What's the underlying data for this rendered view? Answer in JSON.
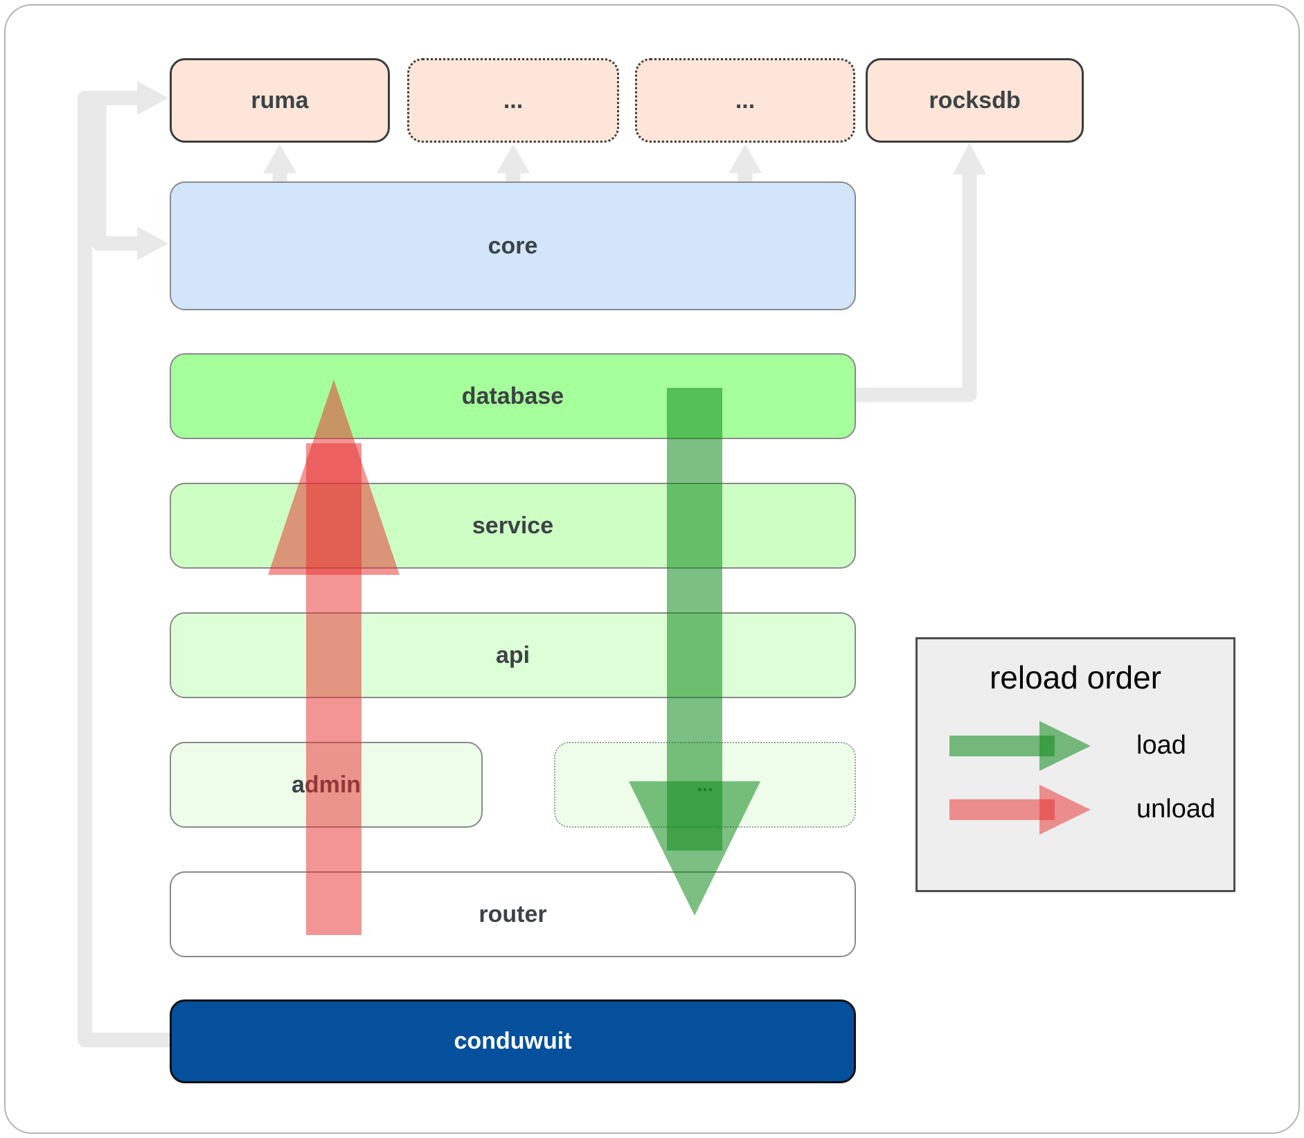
{
  "diagram": {
    "top_row": {
      "ruma": "ruma",
      "module_a": "...",
      "module_b": "...",
      "rocksdb": "rocksdb"
    },
    "layers": {
      "core": "core",
      "database": "database",
      "service": "service",
      "api": "api",
      "admin": "admin",
      "module_c": "...",
      "router": "router",
      "conduwuit": "conduwuit"
    }
  },
  "legend": {
    "title": "reload order",
    "load_label": "load",
    "unload_label": "unload"
  },
  "colors": {
    "peach-fill": "#fde6d9",
    "core-fill": "#d3e5fa",
    "database-fill": "#a5ff9a",
    "service-fill": "#cdffc5",
    "api-fill": "#ddffd7",
    "admin-fill": "#edfdea",
    "router-fill": "#ffffff",
    "conduwuit-fill": "#04509c",
    "connector-gray": "#e9e9e9",
    "load-green": "rgba(17,139,28,0.55)",
    "unload-red": "rgba(231,44,44,0.5)",
    "legend-bg": "#eeeeee",
    "box-border-dark": "#3c3c3c",
    "box-border-gray": "#8a8a8a",
    "text-dark": "#3d4345"
  }
}
